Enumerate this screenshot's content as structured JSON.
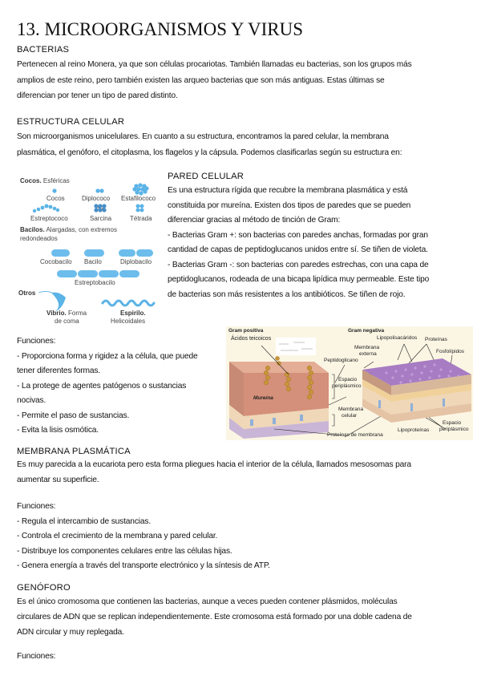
{
  "document": {
    "title": "13. MICROORGANISMOS Y VIRUS",
    "sections": {
      "bacterias": {
        "heading": "BACTERIAS",
        "lines": [
          "Pertenecen al reino Monera, ya que son células procariotas. También llamadas eu bacterias, son los grupos más",
          "amplios de este reino, pero también existen las arqueo bacterias que son más antiguas. Estas últimas se",
          "diferencian por tener un tipo de pared distinto."
        ]
      },
      "estructura": {
        "heading": "ESTRUCTURA CELULAR",
        "lines": [
          "Son microorganismos unicelulares. En cuanto a su estructura, encontramos la pared celular, la membrana",
          "plasmática, el genóforo, el citoplasma, los flagelos y la cápsula. Podemos clasificarlas según su estructura en:"
        ]
      },
      "pared": {
        "heading": "PARED CELULAR",
        "lines": [
          "Es una estructura rígida que recubre la membrana plasmática y está",
          "constituida por mureína. Existen dos tipos de paredes que se pueden",
          "diferenciar gracias al método de tinción de Gram:",
          "- Bacterias Gram +: son bacterias con paredes anchas, formadas por gran",
          "cantidad de capas de peptidoglucanos unidos entre sí. Se tiñen de violeta.",
          "- Bacterias Gram -: son bacterias con paredes estrechas, con una capa de",
          "peptidoglucanos, rodeada de una bicapa lipídica muy permeable. Este tipo",
          "de bacterias son más resistentes a los antibióticos. Se tiñen de rojo."
        ],
        "functions_label": "Funciones:",
        "functions": [
          "- Proporciona forma y rigidez a la célula, que puede",
          "tener diferentes formas.",
          "- La protege de agentes patógenos o sustancias",
          "nocivas.",
          "- Permite el paso de sustancias.",
          "- Evita la lisis osmótica."
        ]
      },
      "membrana": {
        "heading": "MEMBRANA PLASMÁTICA",
        "lines": [
          "Es muy parecida a la eucariota pero esta forma pliegues hacia el interior de la célula, llamados mesosomas para",
          "aumentar su superficie."
        ],
        "functions_label": "Funciones:",
        "functions": [
          "- Regula el intercambio de sustancias.",
          "- Controla el crecimiento de la membrana y pared celular.",
          "- Distribuye los componentes celulares entre las células hijas.",
          "- Genera energía a través del transporte electrónico y la síntesis de ATP."
        ]
      },
      "genoforo": {
        "heading": "GENÓFORO",
        "lines": [
          "Es el único cromosoma que contienen las bacterias, aunque a veces pueden contener plásmidos, moléculas",
          "circulares de ADN que se replican independientemente. Este cromosoma está formado por una doble cadena de",
          "ADN circular y muy replegada."
        ],
        "functions_label": "Funciones:"
      }
    }
  },
  "figure_shapes": {
    "cocos_title": "Cocos.",
    "cocos_sub": "Esféricas",
    "cocos": "Cocos",
    "diplococo": "Diplococo",
    "estafilococo": "Estafilococo",
    "estreptococo": "Estreptococo",
    "sarcina": "Sarcina",
    "tetrada": "Tétrada",
    "bacilos_title": "Bacilos.",
    "bacilos_sub": "Alargadas, con extremos",
    "bacilos_sub2": "redondeados",
    "cocobacilo": "Cocobacilo",
    "bacilo": "Bacilo",
    "diplobacilo": "Diplobacilo",
    "estreptobacilo": "Estreptobacilo",
    "otros": "Otros",
    "vibrio_title": "Vibrio.",
    "vibrio_sub": "Forma",
    "vibrio_sub2": "de coma",
    "espirilo_title": "Espirilo.",
    "espirilo_sub": "Helicoidales",
    "color": "#5bb3e6"
  },
  "figure_gram": {
    "gram_pos": "Gram positiva",
    "gram_neg": "Gram negativa",
    "acidos": "Ácidos teicoicos",
    "mureina": "Mureína",
    "peptidoglicano": "Peptidoglicano",
    "espacio1": "Espacio",
    "espacio1b": "periplásmico",
    "membrana_celular1": "Membrana",
    "membrana_celular2": "celular",
    "proteinas_membrana": "Proteínas de membrana",
    "lipopolisacaridos": "Lipopolisacáridos",
    "proteinas": "Proteínas",
    "membrana_externa1": "Membrana",
    "membrana_externa2": "externa",
    "fosfolipidos": "Fosfolípidos",
    "espacio2": "Espacio",
    "espacio2b": "periplásmico",
    "lipoproteinas": "Lipoproteínas",
    "colors": {
      "wall": "#d4907a",
      "lipid": "#efd7b8",
      "purple": "#a77cc3",
      "bead": "#c8953a",
      "bg": "#fbf6e4"
    }
  }
}
